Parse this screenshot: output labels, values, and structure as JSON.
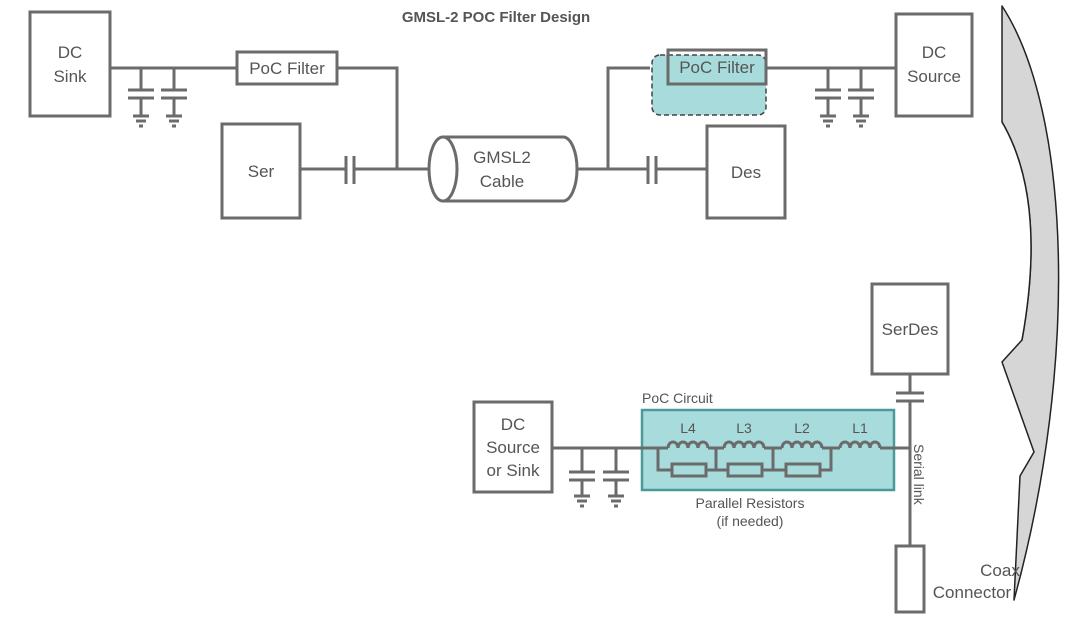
{
  "title": "GMSL-2 POC Filter Design",
  "top": {
    "dc_sink": [
      "DC",
      "Sink"
    ],
    "poc_filter_left": "PoC Filter",
    "poc_filter_right": "PoC Filter",
    "ser": "Ser",
    "cable": [
      "GMSL2",
      "Cable"
    ],
    "des": "Des",
    "dc_source": [
      "DC",
      "Source"
    ]
  },
  "bottom": {
    "serdes": "SerDes",
    "poc_circuit": "PoC Circuit",
    "dc_source_sink": [
      "DC",
      "Source",
      "or Sink"
    ],
    "inductors": [
      "L4",
      "L3",
      "L2",
      "L1"
    ],
    "resistors_note": [
      "Parallel Resistors",
      "(if needed)"
    ],
    "serial_link": "Serial link",
    "coax": [
      "Coax",
      "Connector"
    ]
  },
  "colors": {
    "line": "#6b6b6b",
    "highlight_fill": "#a8dcdc",
    "highlight_stroke": "#4a9a9a",
    "arrow_fill": "#d6d6d6"
  }
}
